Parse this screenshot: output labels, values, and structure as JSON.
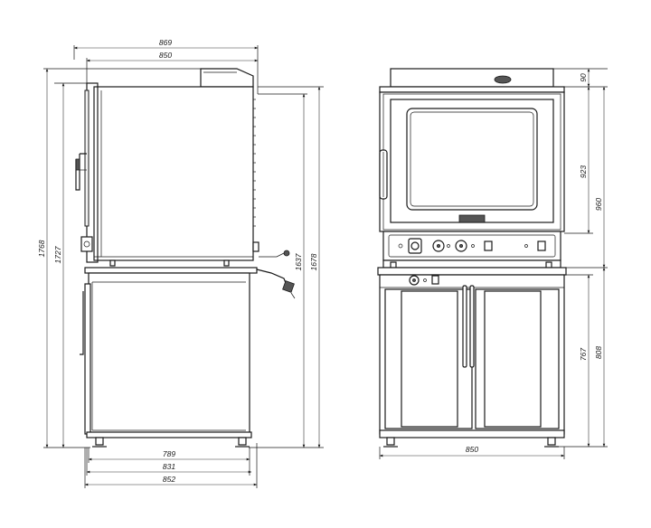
{
  "side_view": {
    "dims": {
      "overall_depth": "869",
      "oven_depth": "850",
      "stand_depth_inner": "789",
      "stand_depth_mid": "831",
      "stand_depth_outer": "852",
      "total_height": "1768",
      "height_to_top": "1727",
      "height_to_oven_top": "1637",
      "height_to_handle": "1678"
    }
  },
  "front_view": {
    "dims": {
      "hood_height": "90",
      "oven_height": "923",
      "oven_body_height": "960",
      "stand_height_inner": "767",
      "stand_height_outer": "808",
      "width": "850"
    }
  },
  "colors": {
    "line": "#1a1a1a",
    "background": "#ffffff"
  }
}
